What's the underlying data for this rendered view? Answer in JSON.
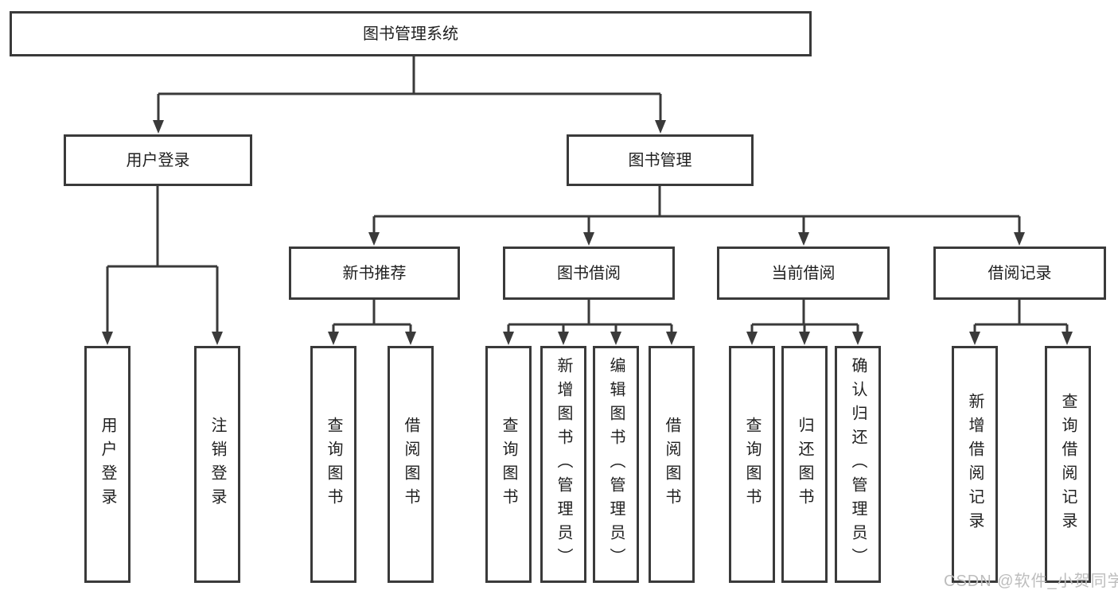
{
  "diagram": {
    "title": "图书管理系统",
    "groups": [
      {
        "label": "用户登录",
        "children": [
          "用户登录",
          "注销登录"
        ]
      },
      {
        "label": "图书管理",
        "subgroups": [
          {
            "label": "新书推荐",
            "children": [
              "查询图书",
              "借阅图书"
            ]
          },
          {
            "label": "图书借阅",
            "children": [
              "查询图书",
              "新增图书（管理员）",
              "编辑图书（管理员）",
              "借阅图书"
            ]
          },
          {
            "label": "当前借阅",
            "children": [
              "查询图书",
              "归还图书",
              "确认归还（管理员）"
            ]
          },
          {
            "label": "借阅记录",
            "children": [
              "新增借阅记录",
              "查询借阅记录"
            ]
          }
        ]
      }
    ]
  },
  "watermark": "CSDN @软件_小贺同学",
  "colors": {
    "line": "#3a3a3a",
    "text": "#1f1f1f",
    "watermark": "#bdbdbd",
    "background": "#ffffff"
  }
}
